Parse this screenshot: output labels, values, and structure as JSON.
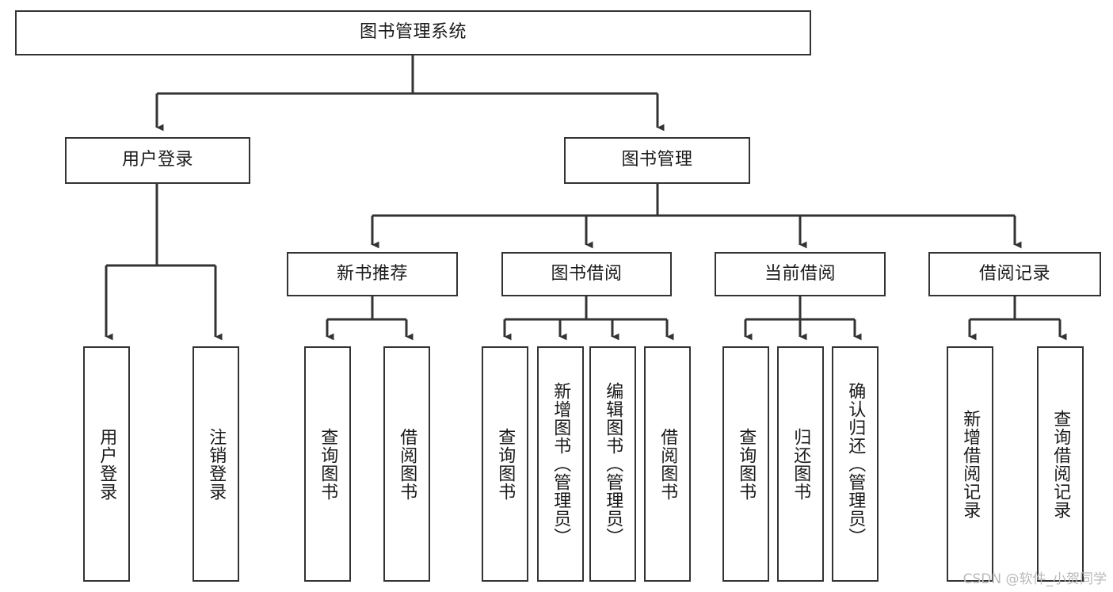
{
  "diagram": {
    "title": "图书管理系统",
    "type": "hierarchy-tree",
    "watermark": "CSDN @软件_小贺同学",
    "colors": {
      "box_border": "#333333",
      "box_fill": "#ffffff",
      "connector": "#333333",
      "text": "#1a1a1a",
      "watermark": "#b9b9b9",
      "background": "#ffffff"
    },
    "nodes": {
      "root": {
        "label": "图书管理系统",
        "orientation": "horizontal"
      },
      "level1": [
        {
          "label": "用户登录",
          "orientation": "horizontal"
        },
        {
          "label": "图书管理",
          "orientation": "horizontal"
        }
      ],
      "level2": [
        {
          "label": "新书推荐",
          "orientation": "horizontal"
        },
        {
          "label": "图书借阅",
          "orientation": "horizontal"
        },
        {
          "label": "当前借阅",
          "orientation": "horizontal"
        },
        {
          "label": "借阅记录",
          "orientation": "horizontal"
        }
      ],
      "leaves": {
        "user_login": [
          {
            "label": "用户登录",
            "orientation": "vertical"
          },
          {
            "label": "注销登录",
            "orientation": "vertical"
          }
        ],
        "new_book_recommend": [
          {
            "label": "查询图书",
            "orientation": "vertical"
          },
          {
            "label": "借阅图书",
            "orientation": "vertical"
          }
        ],
        "book_borrow": [
          {
            "label": "查询图书",
            "orientation": "vertical"
          },
          {
            "label": "新增图书（管理员）",
            "orientation": "vertical"
          },
          {
            "label": "编辑图书（管理员）",
            "orientation": "vertical"
          },
          {
            "label": "借阅图书",
            "orientation": "vertical"
          }
        ],
        "current_borrow": [
          {
            "label": "查询图书",
            "orientation": "vertical"
          },
          {
            "label": "归还图书",
            "orientation": "vertical"
          },
          {
            "label": "确认归还（管理员）",
            "orientation": "vertical"
          }
        ],
        "borrow_record": [
          {
            "label": "新增借阅记录",
            "orientation": "vertical"
          },
          {
            "label": "查询借阅记录",
            "orientation": "vertical"
          }
        ]
      }
    }
  }
}
